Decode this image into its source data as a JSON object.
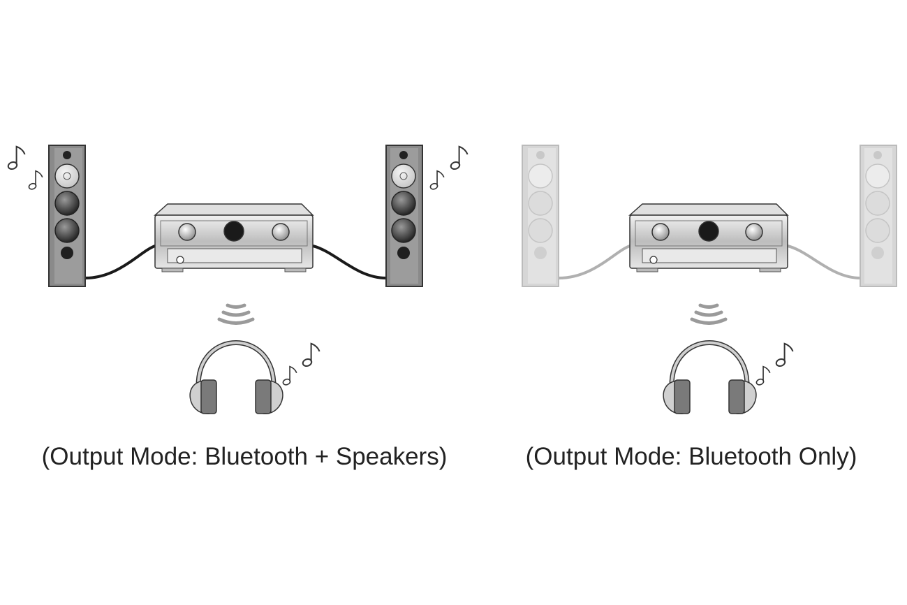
{
  "captions": {
    "left": "(Output Mode: Bluetooth + Speakers)",
    "right": "(Output Mode: Bluetooth Only)"
  },
  "panels": [
    {
      "mode": "Bluetooth + Speakers",
      "speakers_active": true,
      "speaker_color": "#8a8a8a",
      "cable_color": "#1a1a1a"
    },
    {
      "mode": "Bluetooth Only",
      "speakers_active": false,
      "speaker_color": "#d6d6d6",
      "cable_color": "#b0b0b0"
    }
  ],
  "colors": {
    "outline": "#333333",
    "receiver_body": "#cfcfcf",
    "headphone_pad": "#7a7a7a",
    "headphone_cup": "#d0d0d0",
    "signal": "#9a9a9a"
  }
}
